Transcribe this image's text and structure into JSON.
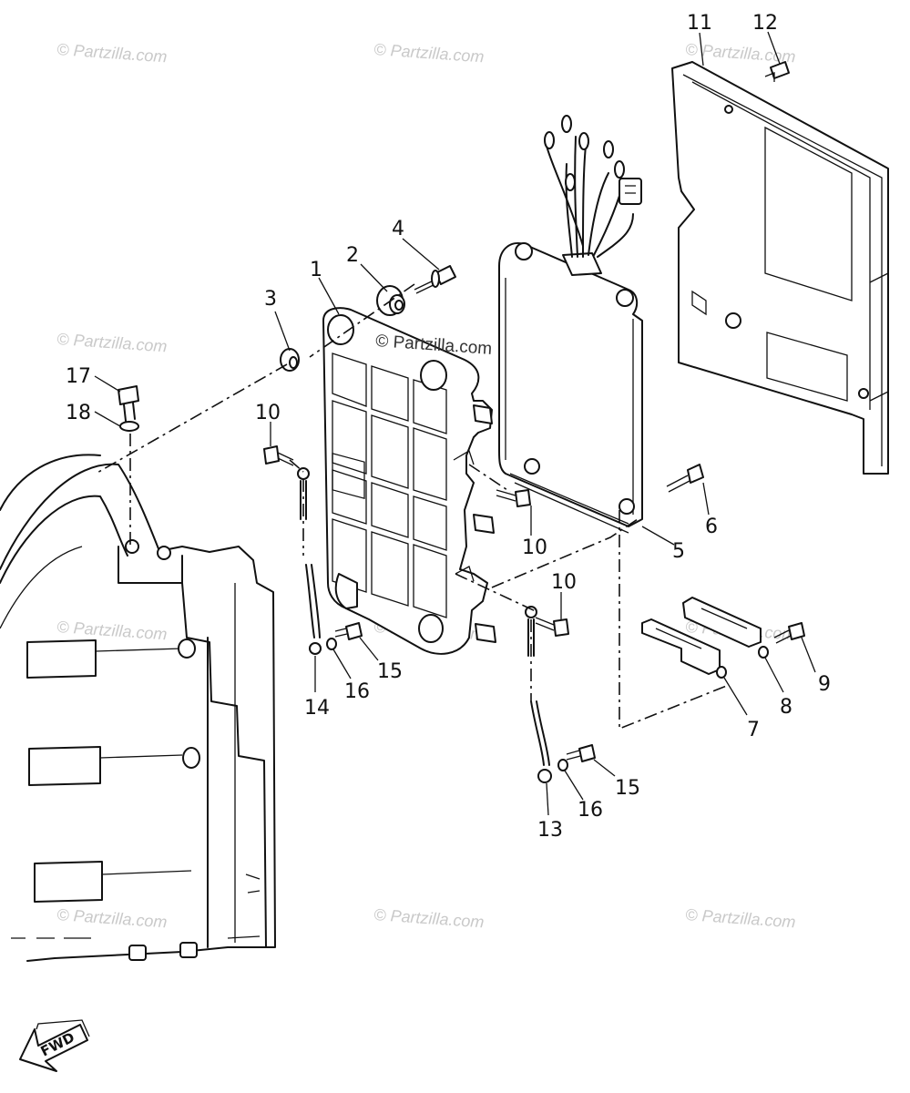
{
  "watermark": "© Partzilla.com",
  "center_watermark": "© Partzilla.com",
  "fwd_label": "FWD",
  "callouts": {
    "p1": "1",
    "p2": "2",
    "p3": "3",
    "p4": "4",
    "p5": "5",
    "p6": "6",
    "p7": "7",
    "p8": "8",
    "p9": "9",
    "p10a": "10",
    "p10b": "10",
    "p10c": "10",
    "p11": "11",
    "p12": "12",
    "p13": "13",
    "p14": "14",
    "p15a": "15",
    "p15b": "15",
    "p16a": "16",
    "p16b": "16",
    "p17": "17",
    "p18": "18"
  }
}
